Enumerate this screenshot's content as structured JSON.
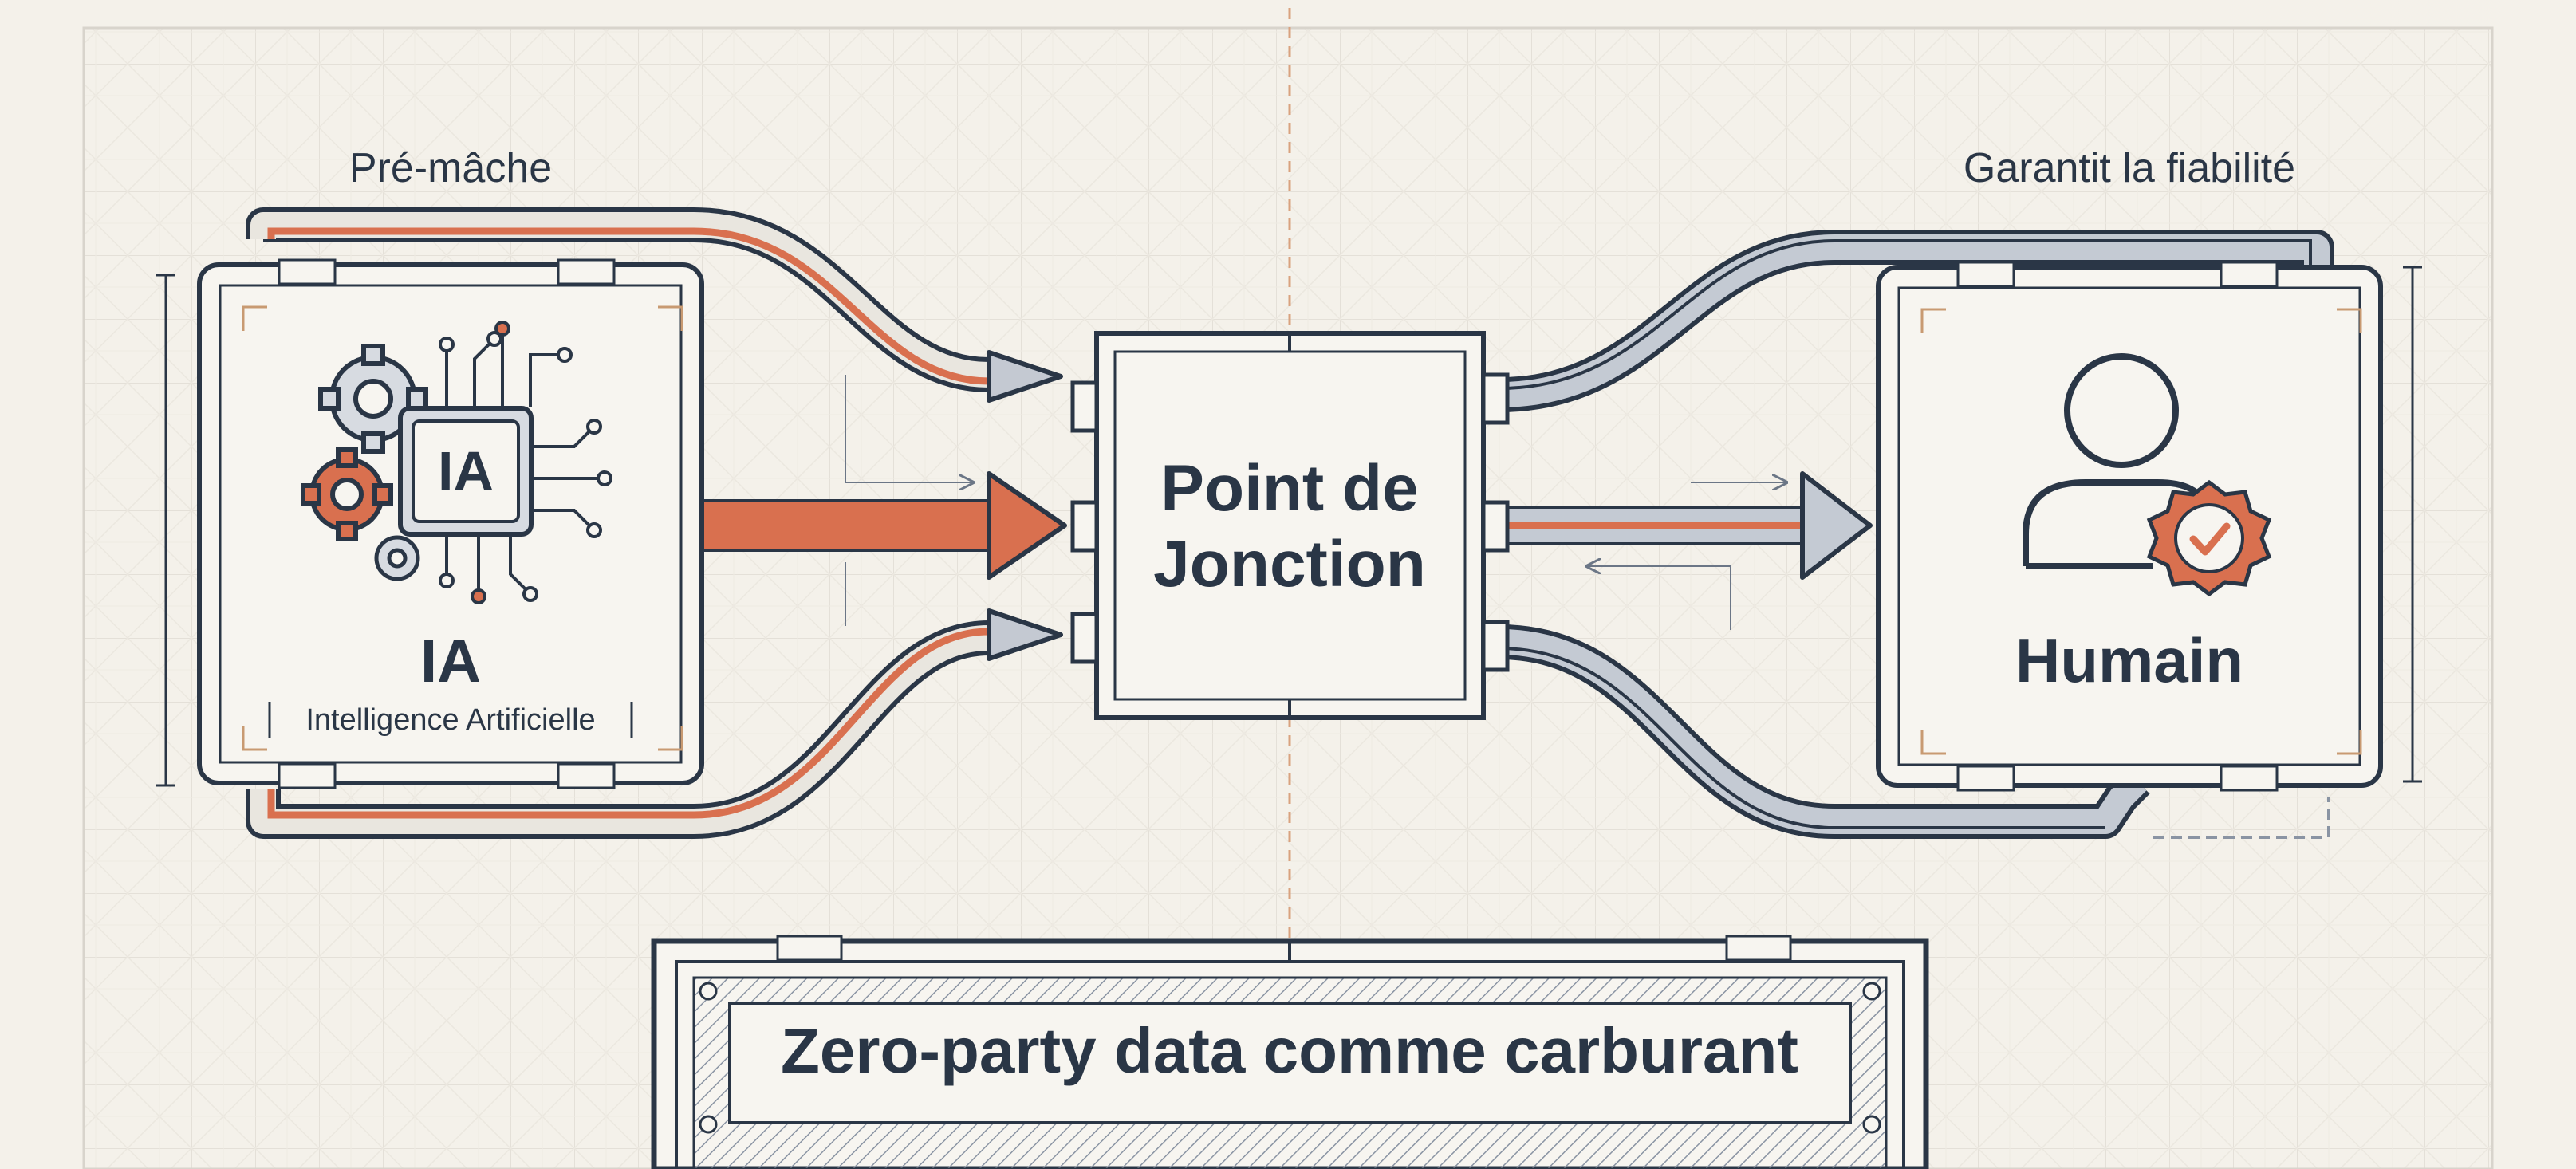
{
  "ai_box": {
    "annotation": "Pré-mâche",
    "chip_label": "IA",
    "title": "IA",
    "subtitle": "Intelligence Artificielle"
  },
  "junction_box": {
    "line1": "Point de",
    "line2": "Jonction"
  },
  "human_box": {
    "annotation": "Garantit la fiabilité",
    "title": "Humain"
  },
  "banner": {
    "text": "Zero-party data comme carburant"
  },
  "colors": {
    "ink": "#2a3646",
    "accent": "#d9704f",
    "pipe_gray": "#aeb6c2",
    "paper": "#f4f1ea",
    "grid": "#e2ded6"
  },
  "icons": [
    "gears-icon",
    "chip-icon",
    "person-icon",
    "badge-check-icon"
  ]
}
